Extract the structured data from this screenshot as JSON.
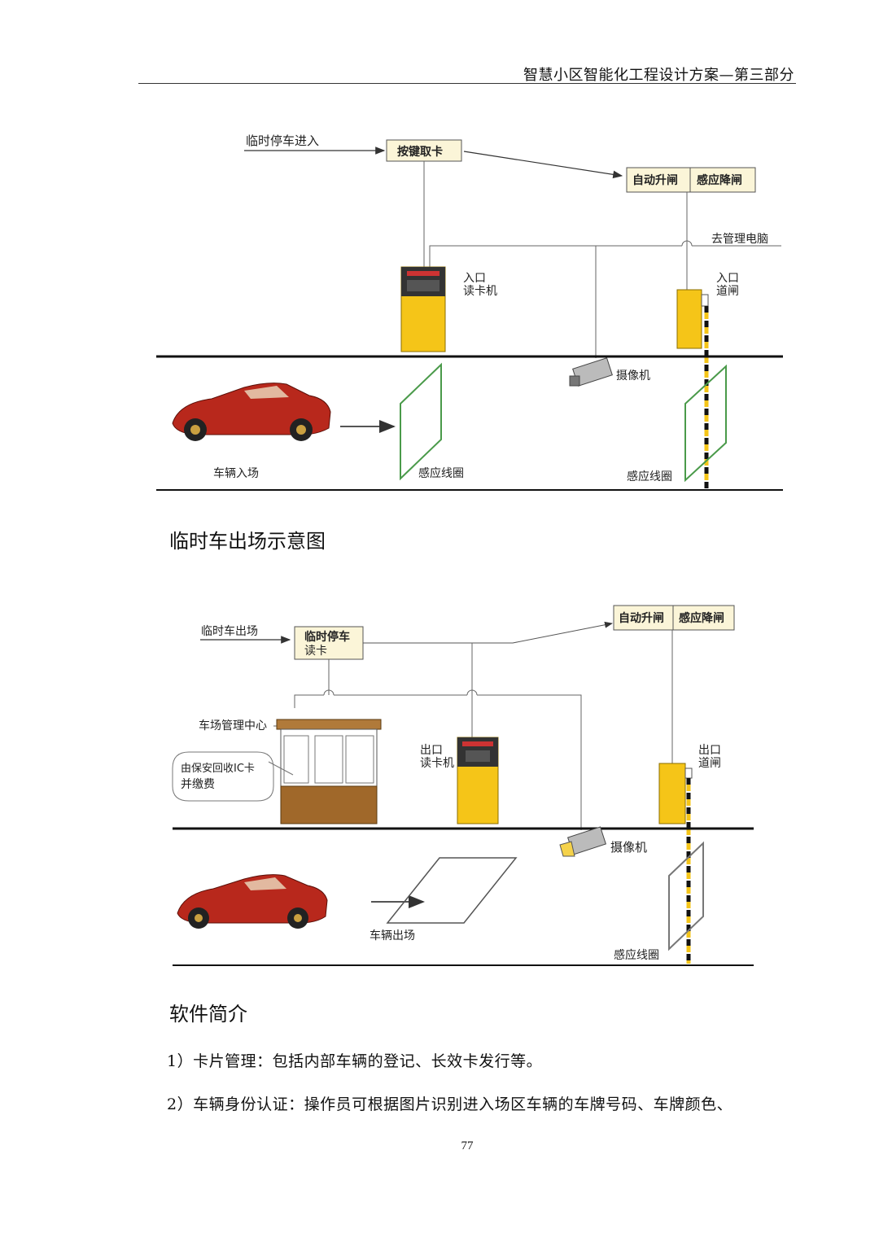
{
  "header": {
    "title": "智慧小区智能化工程设计方案—第三部分"
  },
  "diagram1": {
    "labels": {
      "temp_entry": "临时停车进入",
      "press_key": "按键取卡",
      "auto_raise": "自动升闸",
      "sense_lower": "感应降闸",
      "to_pc": "去管理电脑",
      "entry_reader_1": "入口",
      "entry_reader_2": "读卡机",
      "entry_gate_1": "入口",
      "entry_gate_2": "道闸",
      "camera": "摄像机",
      "vehicle_entry": "车辆入场",
      "loop1": "感应线圈",
      "loop2": "感应线圈"
    }
  },
  "section_exit": {
    "title": "临时车出场示意图"
  },
  "diagram2": {
    "labels": {
      "temp_exit": "临时车出场",
      "temp_read_1": "临时停车",
      "temp_read_2": "读卡",
      "auto_raise": "自动升闸",
      "sense_lower": "感应降闸",
      "mgmt_center": "车场管理中心",
      "bubble_1": "由保安回收IC卡",
      "bubble_2": "并缴费",
      "exit_reader_1": "出口",
      "exit_reader_2": "读卡机",
      "exit_gate_1": "出口",
      "exit_gate_2": "道闸",
      "camera": "摄像机",
      "vehicle_exit": "车辆出场",
      "loop": "感应线圈"
    }
  },
  "section_software": {
    "title": "软件简介"
  },
  "paragraphs": [
    "1）卡片管理：包括内部车辆的登记、长效卡发行等。",
    "2）车辆身份认证：操作员可根据图片识别进入场区车辆的车牌号码、车牌颜色、"
  ],
  "page_number": "77",
  "colors": {
    "yellow": "#f5c518",
    "car_red": "#b8281c",
    "booth_brown": "#a0682a",
    "loop_green": "#4a9a4a",
    "label_box": "#fbf5d8"
  }
}
